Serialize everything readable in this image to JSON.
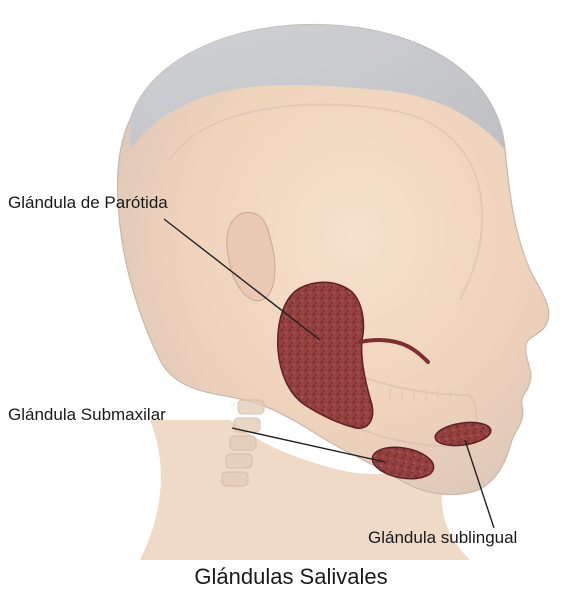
{
  "labels": {
    "parotid": "Glándula de Parótida",
    "submandibular": "Glándula Submaxilar",
    "sublingual": "Glándula sublingual"
  },
  "caption": "Glándulas Salivales",
  "colors": {
    "skin": "#f3d8bf",
    "skin_edge": "#b9c3cf",
    "gland": "#8e3b3e",
    "gland_dark": "#5e2226",
    "leader_line": "#222222",
    "text": "#1a1a1a"
  }
}
